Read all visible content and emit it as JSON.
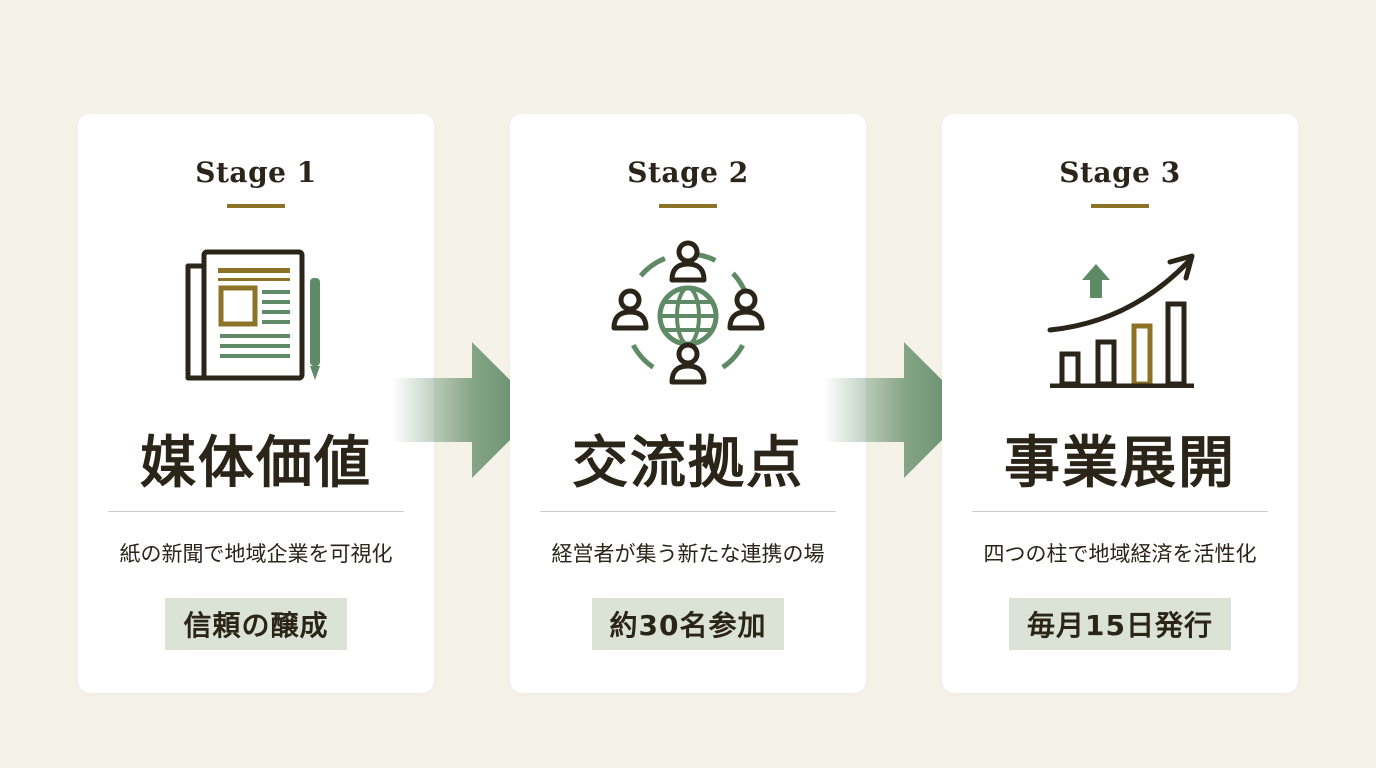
{
  "stages": [
    {
      "label": "Stage 1",
      "title": "媒体価値",
      "description": "紙の新聞で地域企業を可視化",
      "badge": "信頼の醸成",
      "icon": "newspaper-icon"
    },
    {
      "label": "Stage 2",
      "title": "交流拠点",
      "description": "経営者が集う新たな連携の場",
      "badge": "約30名参加",
      "icon": "network-globe-icon"
    },
    {
      "label": "Stage 3",
      "title": "事業展開",
      "description": "四つの柱で地域経済を活性化",
      "badge": "毎月15日発行",
      "icon": "growth-chart-icon"
    }
  ],
  "colors": {
    "background": "#f5f2e9",
    "card": "#ffffff",
    "text": "#2b2418",
    "gold": "#8c7328",
    "green": "#5e8a66",
    "badge": "#dbe3d6"
  }
}
